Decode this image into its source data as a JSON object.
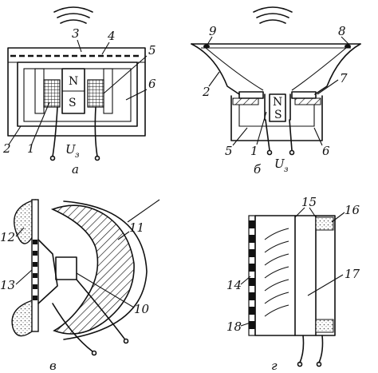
{
  "figure": {
    "panels": [
      {
        "id": "a",
        "caption": "а",
        "voltage_label": "U",
        "voltage_sub": "з",
        "pole_north": "N",
        "pole_south": "S",
        "callouts": [
          "1",
          "2",
          "3",
          "4",
          "5",
          "6"
        ]
      },
      {
        "id": "b",
        "caption": "б",
        "voltage_label": "U",
        "voltage_sub": "з",
        "pole_north": "N",
        "pole_south": "S",
        "callouts": [
          "1",
          "2",
          "5",
          "6",
          "7",
          "8",
          "9"
        ]
      },
      {
        "id": "v",
        "caption": "в",
        "callouts": [
          "10",
          "11",
          "12",
          "13"
        ]
      },
      {
        "id": "g",
        "caption": "г",
        "callouts": [
          "14",
          "15",
          "16",
          "17",
          "18"
        ]
      }
    ]
  },
  "colors": {
    "ink": "#111111",
    "paper": "#ffffff",
    "hatch_gray": "#888888"
  }
}
